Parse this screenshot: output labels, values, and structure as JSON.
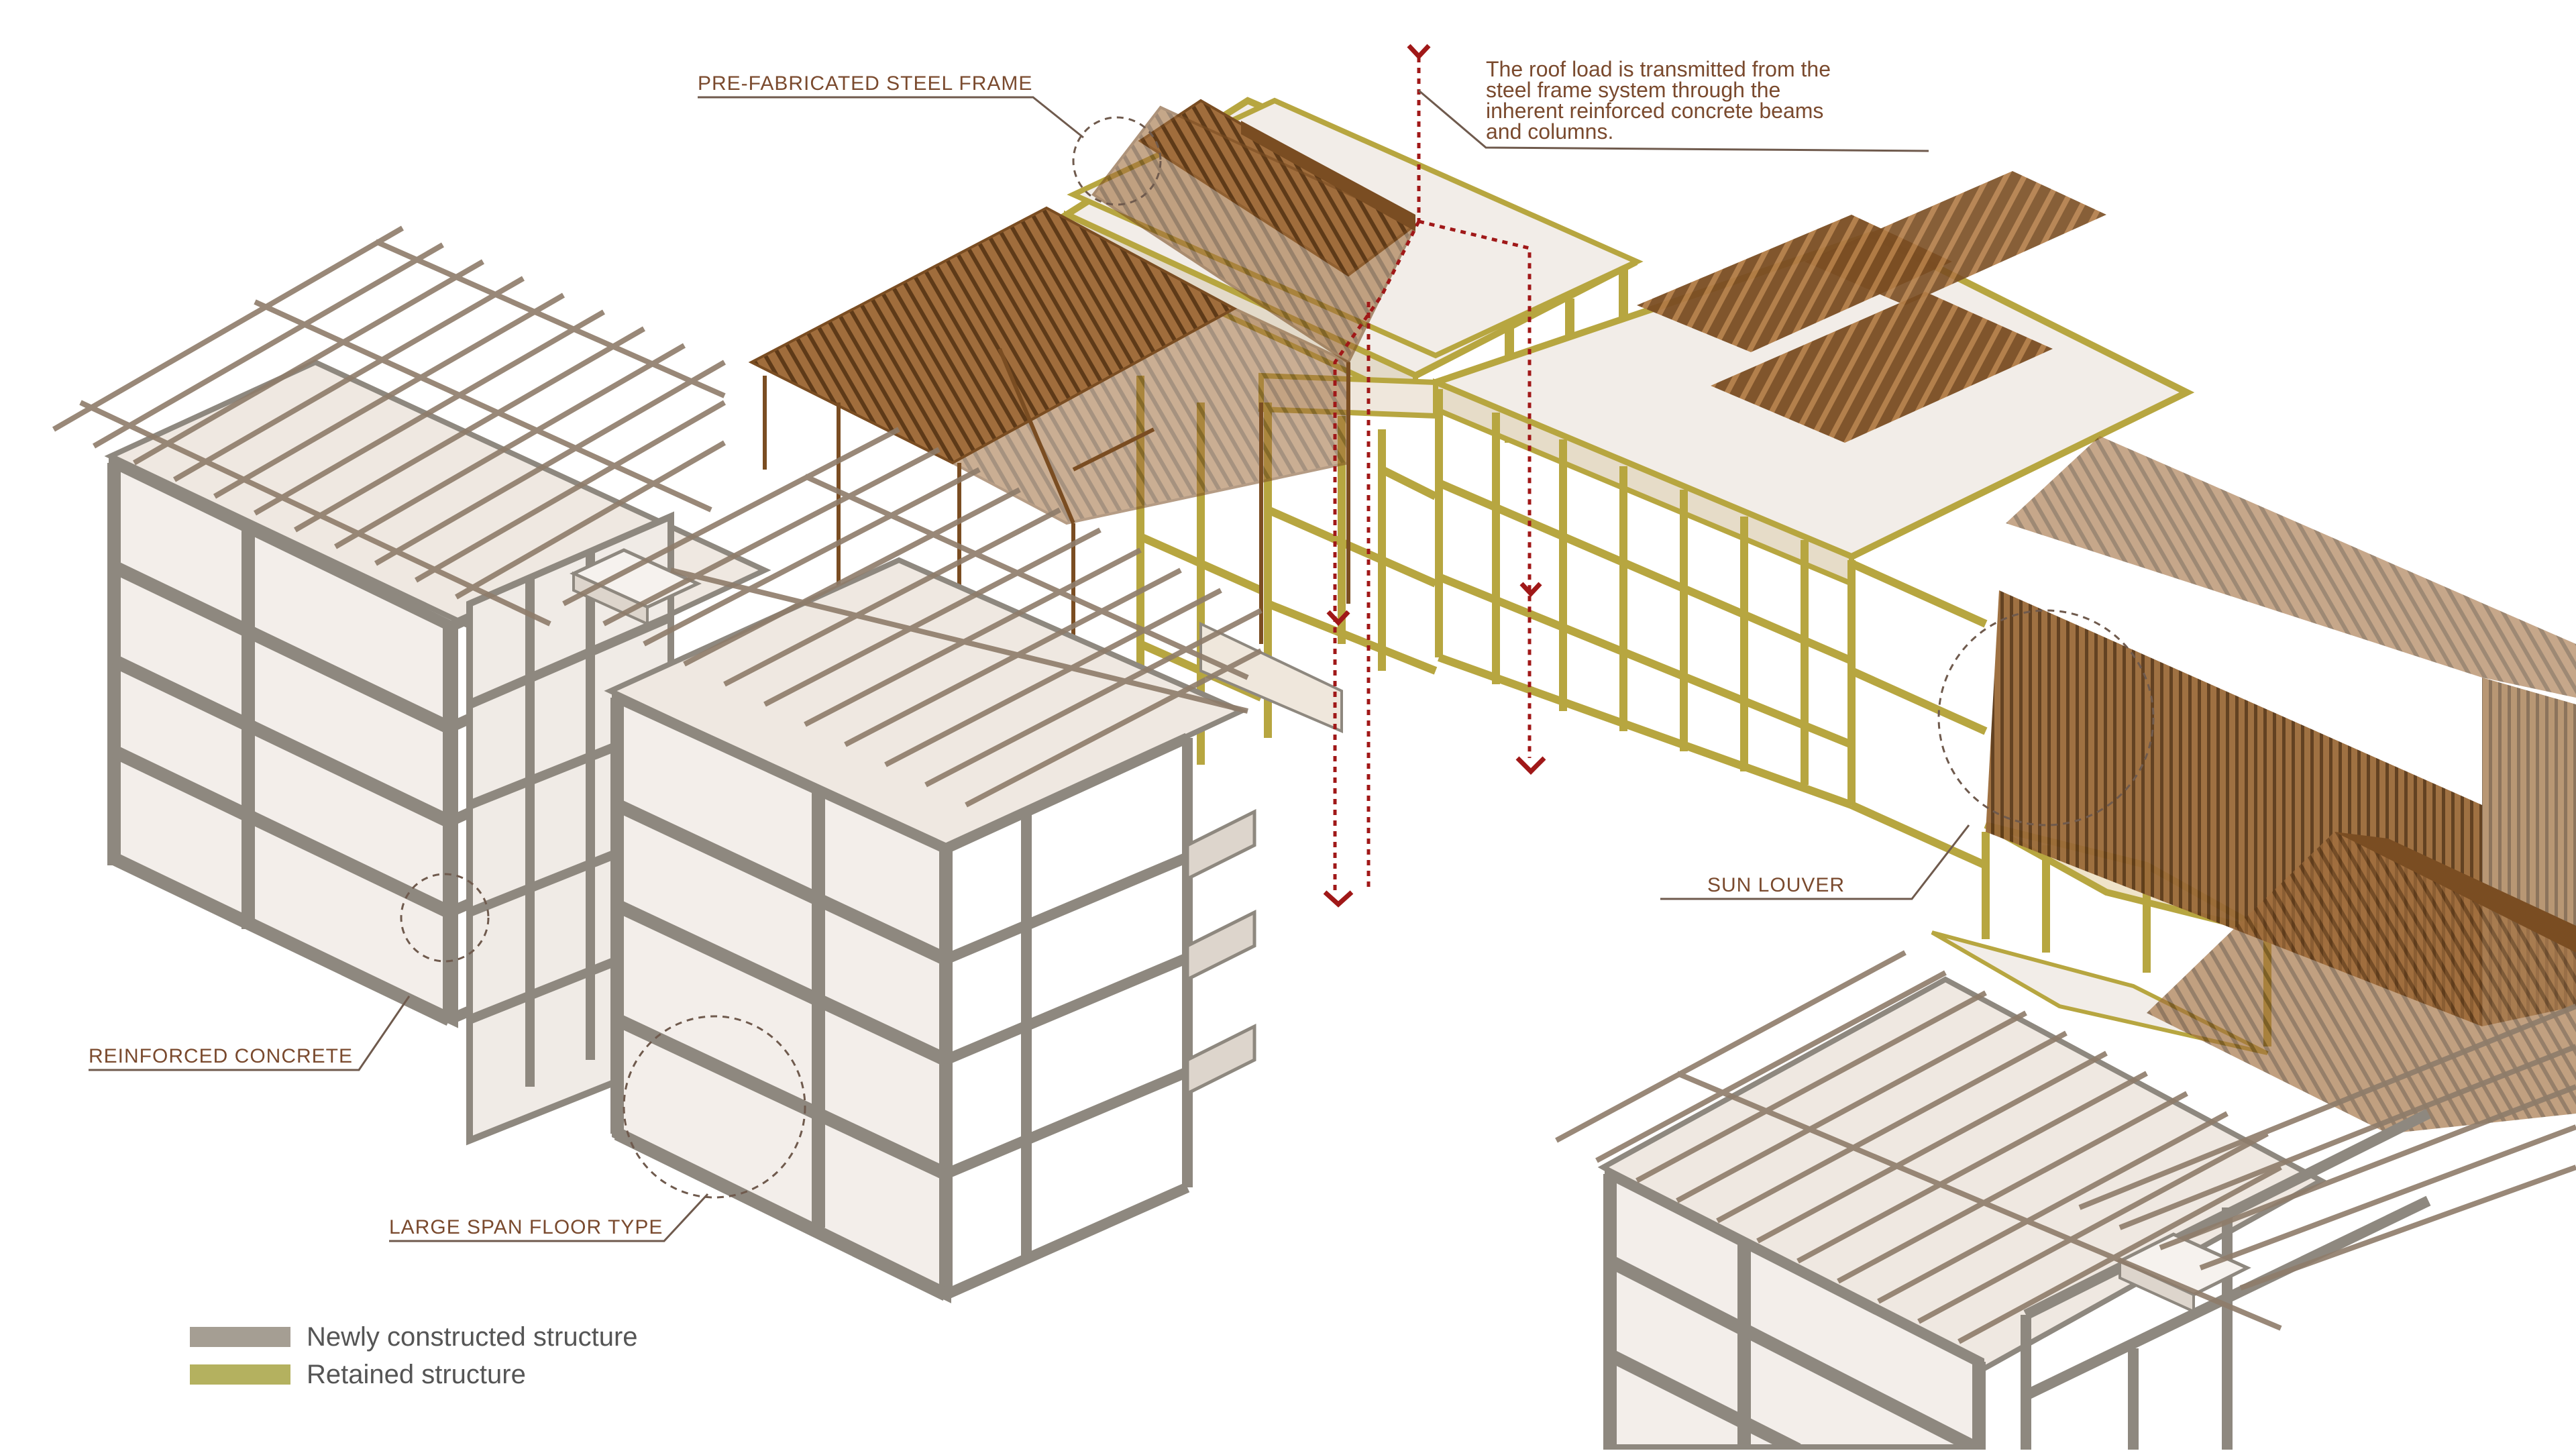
{
  "labels": {
    "steel_frame": "PRE-FABRICATED STEEL FRAME",
    "reinforced_concrete": "REINFORCED CONCRETE",
    "large_span": "LARGE SPAN FLOOR TYPE",
    "sun_louver": "SUN LOUVER"
  },
  "note": {
    "line1": "The roof load is transmitted from the",
    "line2": "steel frame system through the",
    "line3": "inherent reinforced concrete beams",
    "line4": "and columns."
  },
  "legend": [
    {
      "label": "Newly constructed structure",
      "color": "#a59e93"
    },
    {
      "label": "Retained structure",
      "color": "#b4b15f"
    }
  ],
  "colors": {
    "new_structure": "#8e887f",
    "retained_structure": "#b7a640",
    "slab": "#f2ede8",
    "timber": "#8a5a2e",
    "louver_dark": "#6a4420",
    "load_arrow": "#a01818",
    "leader": "#6f5a4d"
  }
}
